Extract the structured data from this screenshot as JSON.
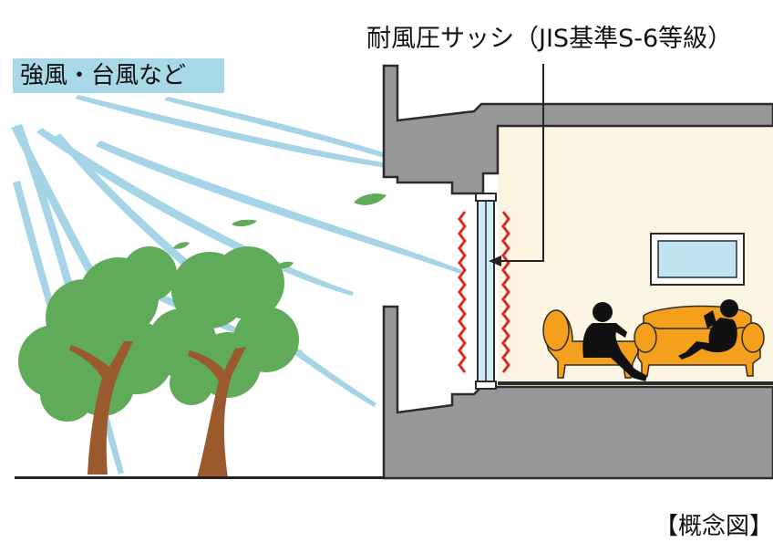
{
  "labels": {
    "wind": "強風・台風など",
    "sash": "耐風圧サッシ（JIS基準S-6等級）",
    "concept": "【概念図】"
  },
  "colors": {
    "wind_lines": "#a5d4e6",
    "wind_label_bg": "#a9d8e8",
    "concrete": "#979797",
    "concrete_outline": "#2b2b2b",
    "room_wall": "#fbf5e2",
    "tree_foliage": "#5fab59",
    "tree_foliage_dark": "#4e9a4b",
    "tree_trunk": "#9a5a2e",
    "pressure_zigzag": "#d92b2b",
    "glass": "#cfe9f5",
    "sofa": "#f4a01d",
    "silhouette": "#111111",
    "window_glass": "#bfe3f3"
  },
  "icons": [
    "tree-icon",
    "leaf-icon",
    "person-icon",
    "armchair-icon",
    "sofa-icon",
    "window-icon"
  ]
}
